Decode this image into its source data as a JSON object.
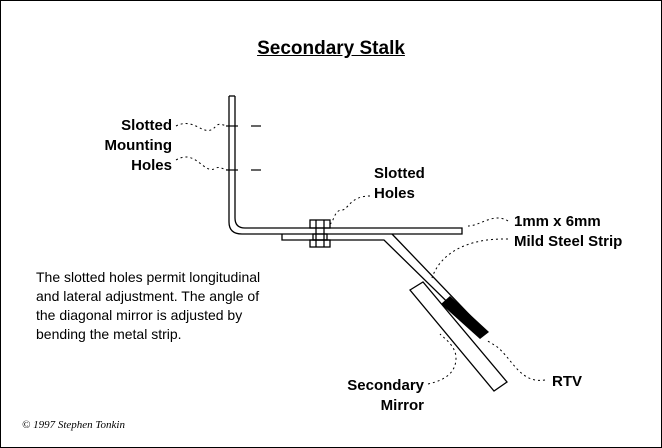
{
  "title": "Secondary Stalk",
  "labels": {
    "slotted_mounting_holes": [
      "Slotted",
      "Mounting",
      "Holes"
    ],
    "slotted_holes": [
      "Slotted",
      "Holes"
    ],
    "strip": [
      "1mm x 6mm",
      "Mild Steel Strip"
    ],
    "rtv": "RTV",
    "secondary_mirror": [
      "Secondary",
      "Mirror"
    ]
  },
  "note": "The slotted holes permit longitudinal\nand lateral adjustment.  The angle of\nthe diagonal mirror is adjusted by\nbending the metal strip.",
  "copyright": "© 1997 Stephen Tonkin"
}
